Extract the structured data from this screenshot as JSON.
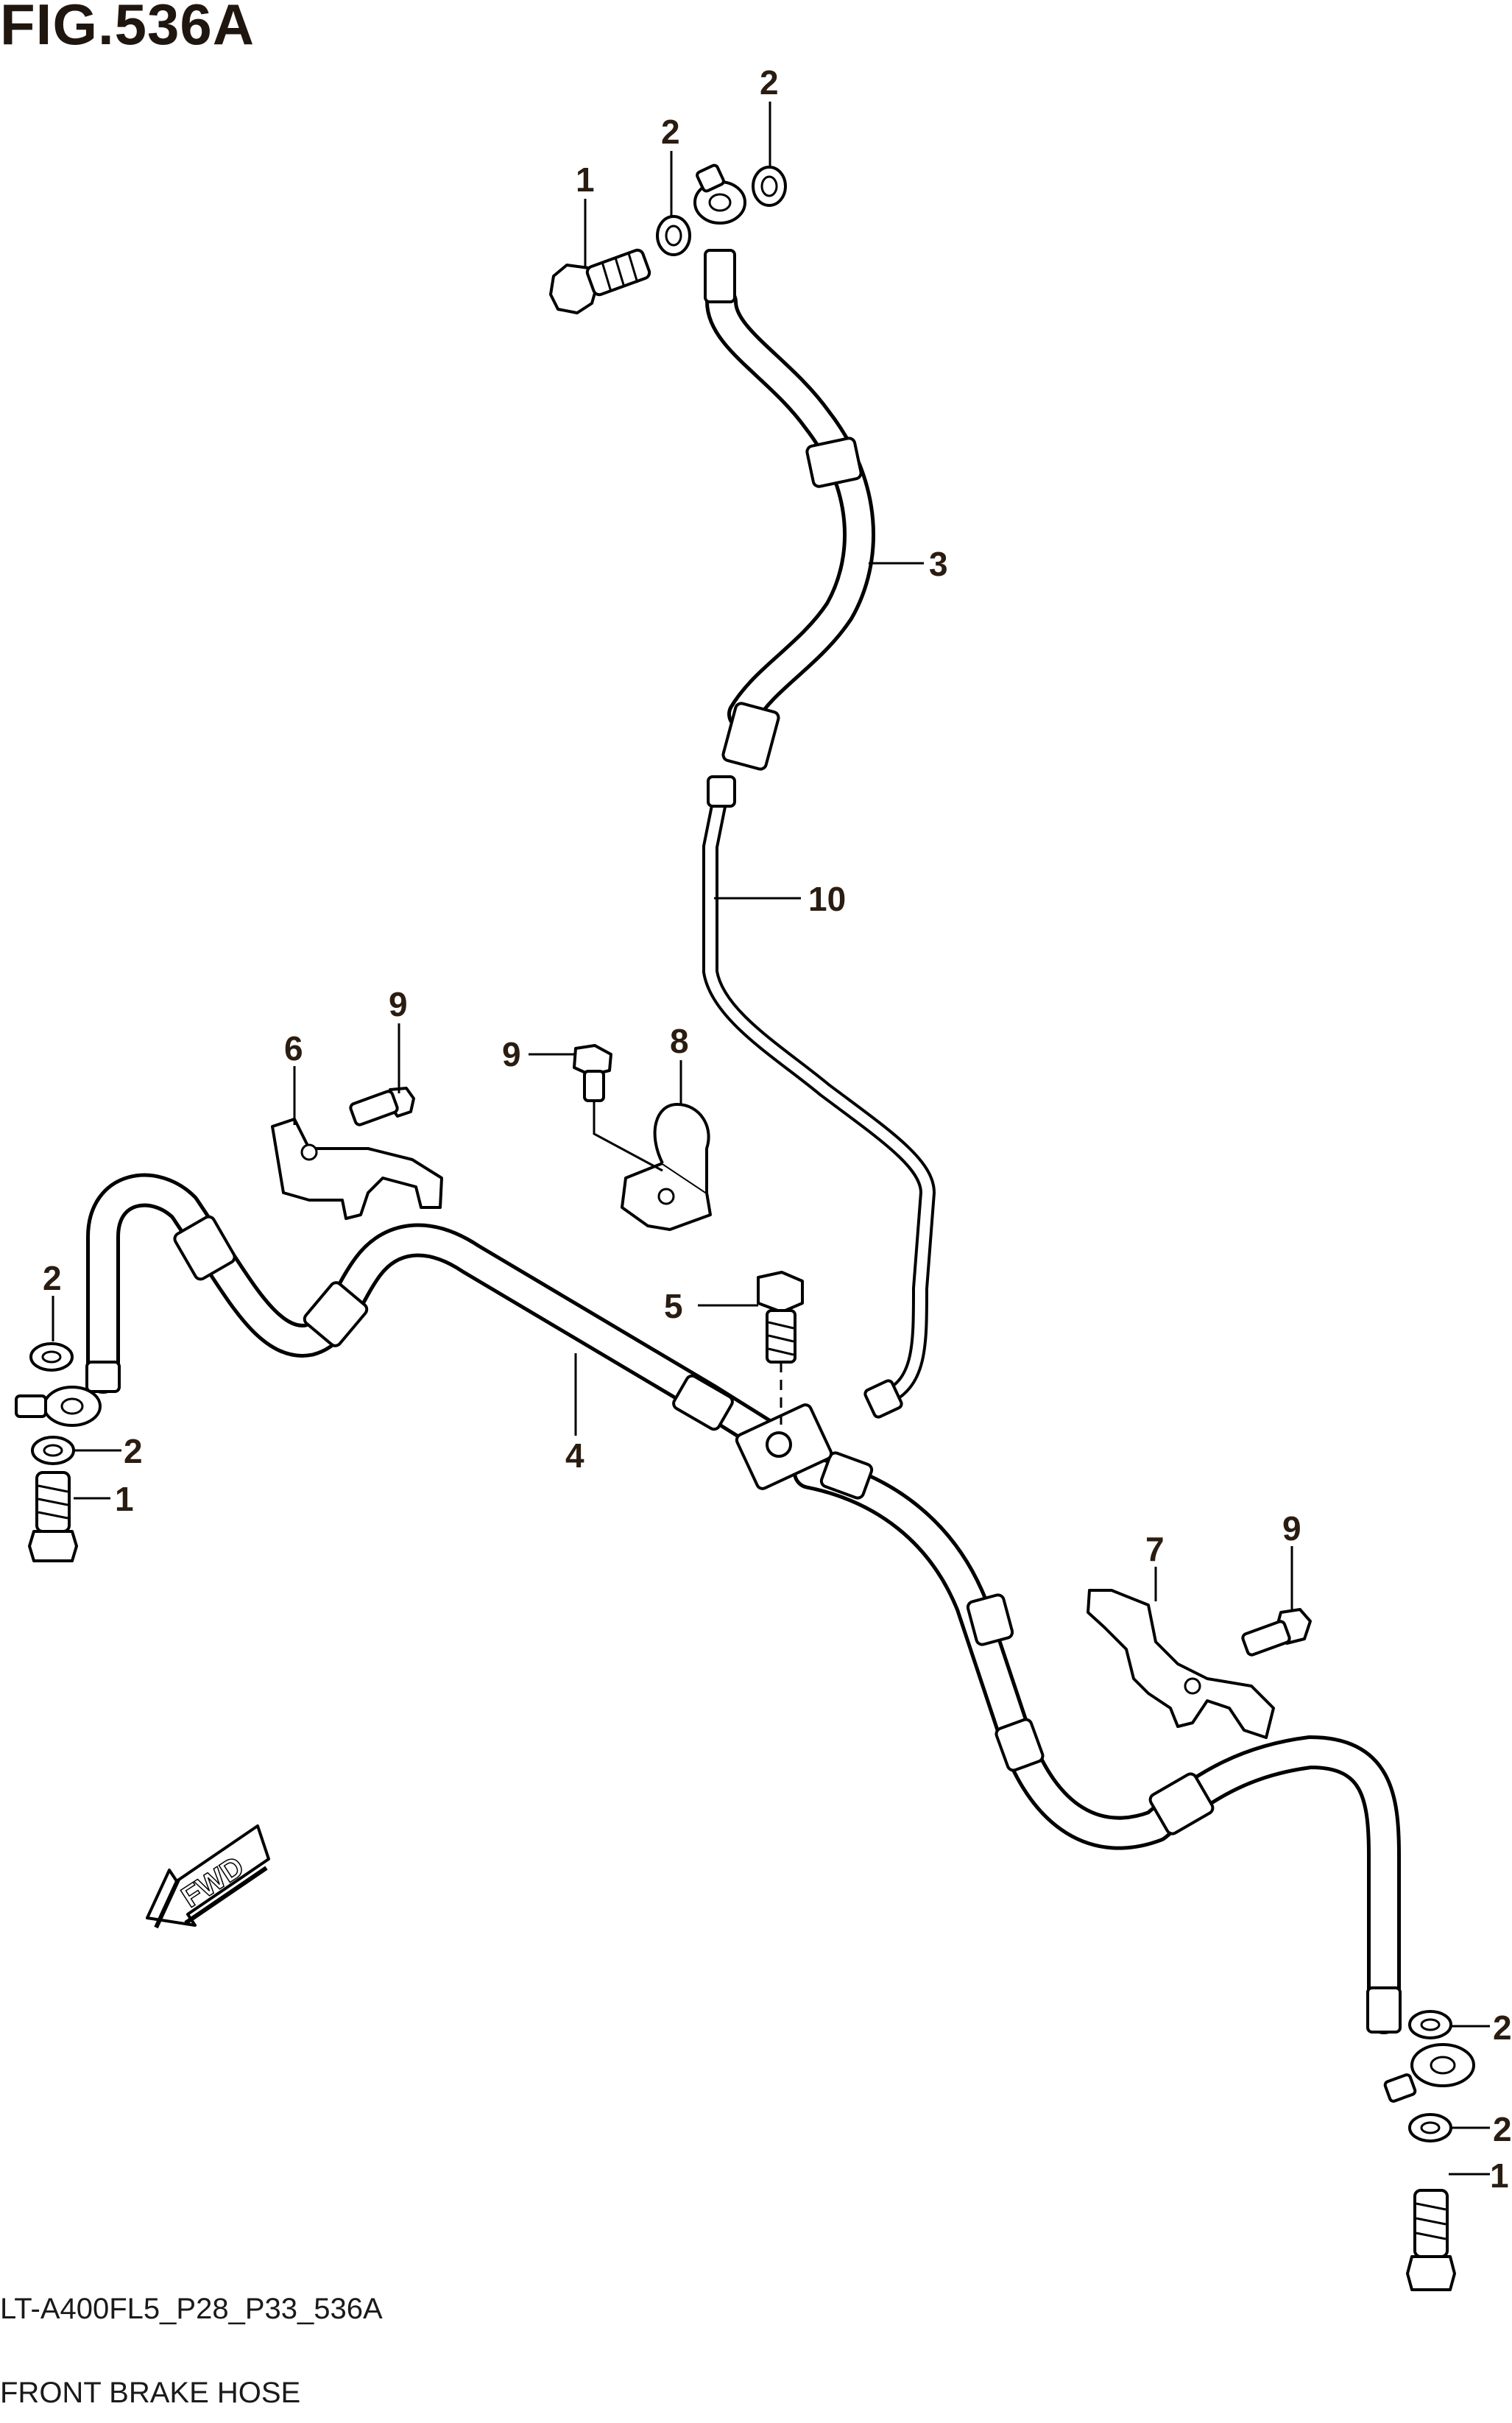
{
  "figure": {
    "title": "FIG.536A"
  },
  "callouts": [
    {
      "label": "1",
      "part": "union bolt top"
    },
    {
      "label": "2",
      "part": "gasket top left"
    },
    {
      "label": "2",
      "part": "gasket top right"
    },
    {
      "label": "3",
      "part": "upper brake hose"
    },
    {
      "label": "10",
      "part": "brake pipe"
    },
    {
      "label": "9",
      "part": "bolt for bracket 6"
    },
    {
      "label": "6",
      "part": "hose bracket left"
    },
    {
      "label": "9",
      "part": "bolt for clamp 8"
    },
    {
      "label": "8",
      "part": "hose clamp"
    },
    {
      "label": "2",
      "part": "gasket left upper"
    },
    {
      "label": "5",
      "part": "joint bolt"
    },
    {
      "label": "2",
      "part": "gasket left lower"
    },
    {
      "label": "4",
      "part": "front brake hose"
    },
    {
      "label": "1",
      "part": "union bolt left"
    },
    {
      "label": "7",
      "part": "hose bracket right"
    },
    {
      "label": "9",
      "part": "bolt for bracket 7"
    },
    {
      "label": "2",
      "part": "gasket right upper"
    },
    {
      "label": "2",
      "part": "gasket right lower"
    },
    {
      "label": "1",
      "part": "union bolt right"
    }
  ],
  "fwd_arrow": {
    "text": "FWD"
  },
  "footer": {
    "code": "LT-A400FL5_P28_P33_536A",
    "caption": "FRONT BRAKE HOSE"
  }
}
